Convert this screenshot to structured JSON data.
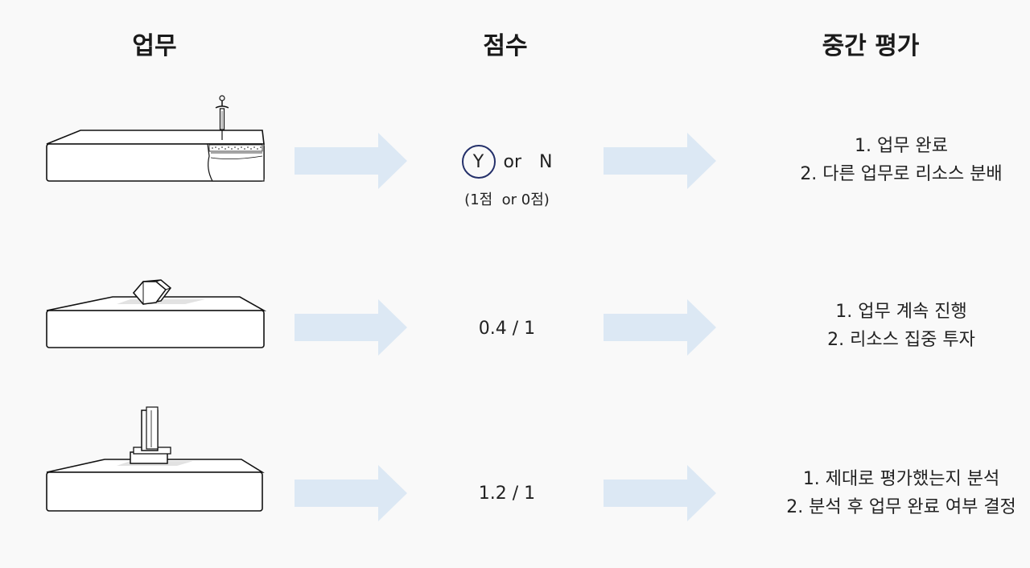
{
  "headers": {
    "task": "업무",
    "score": "점수",
    "evaluation": "중간 평가"
  },
  "rows": [
    {
      "illustration": "sword-in-stone-icon",
      "score": {
        "y_label": "Y",
        "or_label": "or",
        "n_label": "N",
        "sub": "(1점  or 0점)"
      },
      "evaluation": [
        "1. 업무 완료",
        "2. 다른 업무로 리소스 분배"
      ]
    },
    {
      "illustration": "hex-nut-icon",
      "score": {
        "text": "0.4 / 1"
      },
      "evaluation": [
        "1. 업무 계속 진행",
        "2. 리소스 집중 투자"
      ]
    },
    {
      "illustration": "bolt-icon",
      "score": {
        "text": "1.2 / 1"
      },
      "evaluation": [
        "1. 제대로 평가했는지 분석",
        "2. 분석 후 업무 완료 여부 결정"
      ]
    }
  ],
  "colors": {
    "arrow": "#dce8f4",
    "circle": "#24306a",
    "outline": "#111111"
  }
}
